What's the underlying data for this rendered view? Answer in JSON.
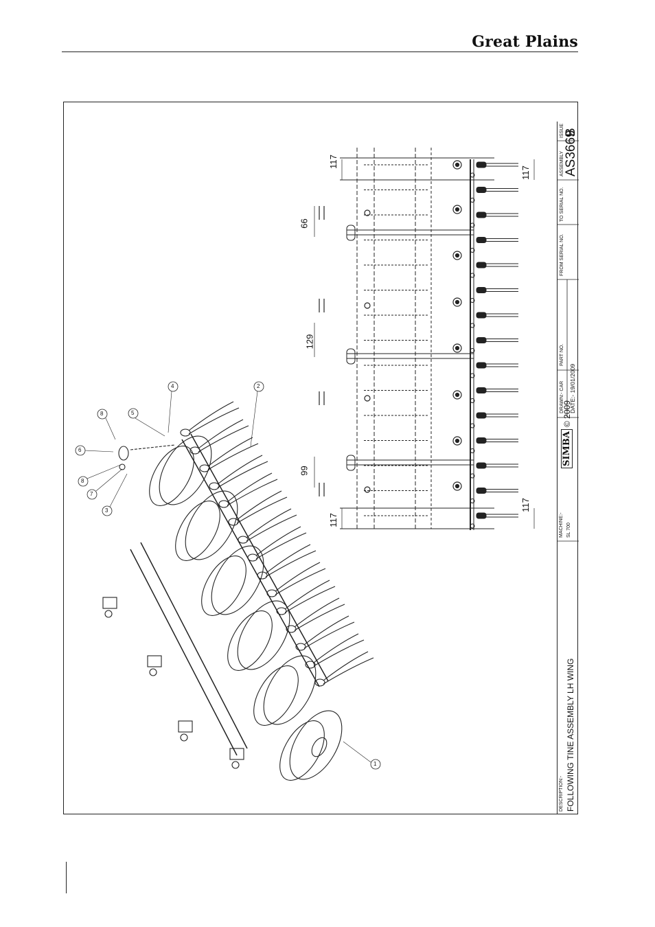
{
  "header": {
    "brand": "Great Plains"
  },
  "titleblock": {
    "description_label": "DESCRIPTION:-",
    "description": "FOLLOWING TINE ASSEMBLY LH WING",
    "machine_label": "MACHINE:-",
    "machine": "SL 700",
    "logo": "SIMBA",
    "copyright": "© 2009",
    "drawn": "DRAWN:- CAR",
    "date": "DATE:- 19/01/2009",
    "part_no_label": "PART NO.",
    "from_serial_label": "FROM SERIAL NO.",
    "to_serial_label": "TO SERIAL NO.",
    "assembly_label": "ASSEMBLY",
    "assembly": "AS3669",
    "issue_label": "ISSUE",
    "issue": "B"
  },
  "dimensions": {
    "top_left": "117",
    "top_right": "117",
    "bottom_left": "117",
    "bottom_right": "117",
    "d66": "66",
    "d129": "129",
    "d99": "99"
  },
  "balloons": {
    "b1": "1",
    "b2": "2",
    "b3": "3",
    "b4": "4",
    "b5": "5",
    "b6": "6",
    "b7": "7",
    "b8a": "8",
    "b8b": "8"
  }
}
